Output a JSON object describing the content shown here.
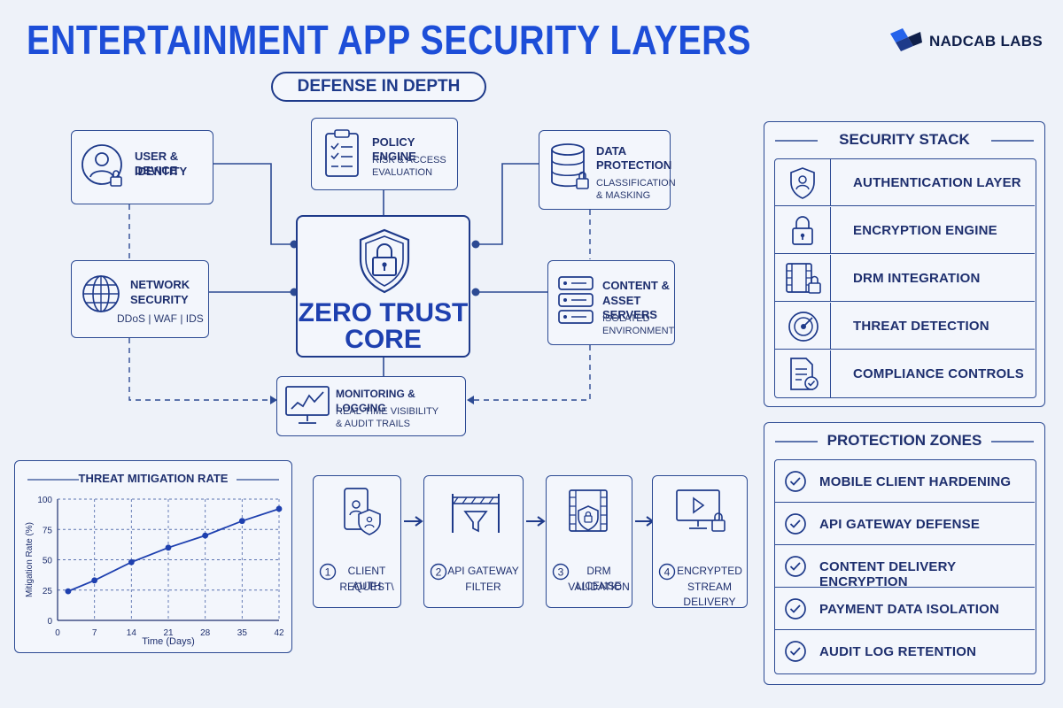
{
  "header": {
    "title": "ENTERTAINMENT APP SECURITY LAYERS",
    "subtitle": "DEFENSE IN DEPTH",
    "brand": "NADCAB LABS"
  },
  "core": {
    "line1": "ZERO TRUST",
    "line2": "CORE"
  },
  "nodes": {
    "identity": {
      "title1": "USER & DEVICE",
      "title2": "IDENTITY",
      "icon": "user-lock-icon"
    },
    "policy": {
      "title": "POLICY ENGINE",
      "sub1": "RISK & ACCESS",
      "sub2": "EVALUATION",
      "icon": "clipboard-icon"
    },
    "data": {
      "title1": "DATA",
      "title2": "PROTECTION",
      "sub1": "CLASSIFICATION",
      "sub2": "& MASKING",
      "icon": "database-lock-icon"
    },
    "network": {
      "title1": "NETWORK",
      "title2": "SECURITY",
      "sub": "DDoS | WAF | IDS",
      "icon": "globe-icon"
    },
    "content": {
      "title1": "CONTENT &",
      "title2": "ASSET SERVERS",
      "sub1": "ISOLATED",
      "sub2": "ENVIRONMENT",
      "icon": "server-icon"
    },
    "monitoring": {
      "title": "MONITORING & LOGGING",
      "sub1": "REAL-TIME VISIBILITY",
      "sub2": "& AUDIT TRAILS",
      "icon": "monitor-chart-icon"
    }
  },
  "security_stack": {
    "heading": "SECURITY STACK",
    "items": [
      {
        "label": "AUTHENTICATION LAYER",
        "icon": "shield-user-icon"
      },
      {
        "label": "ENCRYPTION ENGINE",
        "icon": "padlock-icon"
      },
      {
        "label": "DRM INTEGRATION",
        "icon": "film-lock-icon"
      },
      {
        "label": "THREAT DETECTION",
        "icon": "radar-icon"
      },
      {
        "label": "COMPLIANCE CONTROLS",
        "icon": "document-check-icon"
      }
    ]
  },
  "protection_zones": {
    "heading": "PROTECTION ZONES",
    "items": [
      {
        "label": "MOBILE CLIENT HARDENING"
      },
      {
        "label": "API GATEWAY DEFENSE"
      },
      {
        "label": "CONTENT DELIVERY ENCRYPTION"
      },
      {
        "label": "PAYMENT DATA ISOLATION"
      },
      {
        "label": "AUDIT LOG RETENTION"
      }
    ]
  },
  "flow": [
    {
      "num": "1",
      "line1": "CLIENT AUTH",
      "line2": "REQUEST\\",
      "icon": "phone-user-icon"
    },
    {
      "num": "2",
      "line1": "API GATEWAY",
      "line2": "FILTER",
      "icon": "gateway-filter-icon"
    },
    {
      "num": "3",
      "line1": "DRM LICENSE",
      "line2": "VALIDATION",
      "icon": "film-shield-icon"
    },
    {
      "num": "4",
      "line1": "ENCRYPTED",
      "line2": "STREAM DELIVERY",
      "icon": "monitor-play-icon"
    }
  ],
  "chart_data": {
    "type": "line",
    "title": "THREAT MITIGATION RATE",
    "xlabel": "Time (Days)",
    "ylabel": "Mitigation Rate (%)",
    "x": [
      2,
      7,
      14,
      21,
      28,
      35,
      42
    ],
    "xticks": [
      0,
      7,
      14,
      21,
      28,
      35,
      42
    ],
    "yticks": [
      0,
      25,
      50,
      75,
      100
    ],
    "xlim": [
      0,
      42
    ],
    "ylim": [
      0,
      100
    ],
    "series": [
      {
        "values": [
          24,
          33,
          48,
          60,
          70,
          82,
          92
        ]
      }
    ],
    "grid": true,
    "color": "#1e40af"
  },
  "colors": {
    "accent": "#1d4ed8",
    "dark": "#1e3a8a",
    "background": "#eef2f9"
  }
}
